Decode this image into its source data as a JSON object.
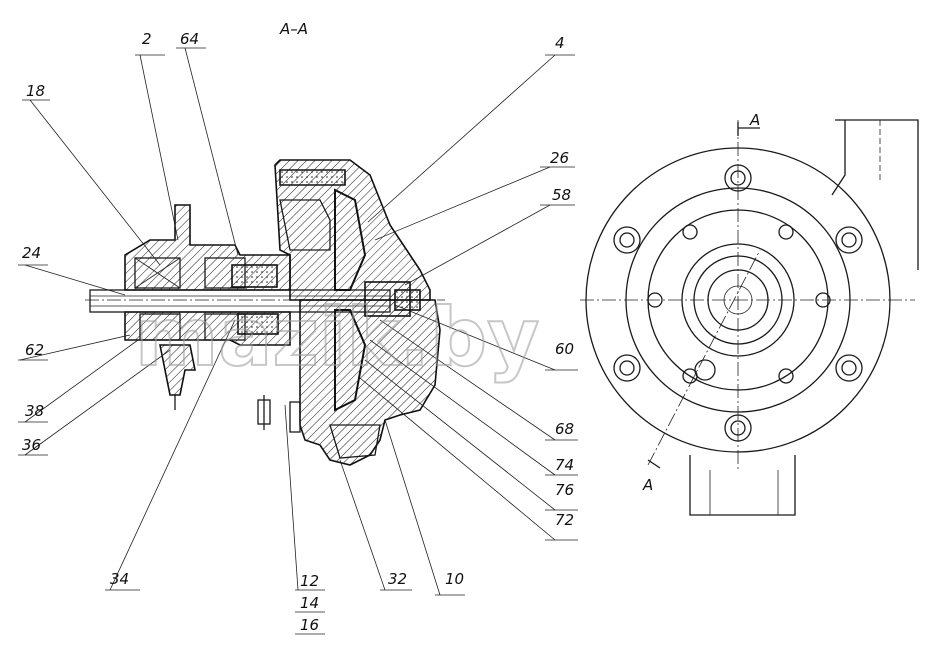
{
  "section_title": "A–A",
  "section_marks": [
    "A",
    "A"
  ],
  "watermark": "mazik.by",
  "labels": {
    "l2": "2",
    "l64": "64",
    "l4": "4",
    "l26": "26",
    "l58": "58",
    "l18": "18",
    "l24": "24",
    "l62": "62",
    "l38": "38",
    "l36": "36",
    "l60": "60",
    "l68": "68",
    "l74": "74",
    "l76": "76",
    "l72": "72",
    "l34": "34",
    "l12": "12",
    "l14": "14",
    "l16": "16",
    "l32": "32",
    "l10": "10"
  }
}
